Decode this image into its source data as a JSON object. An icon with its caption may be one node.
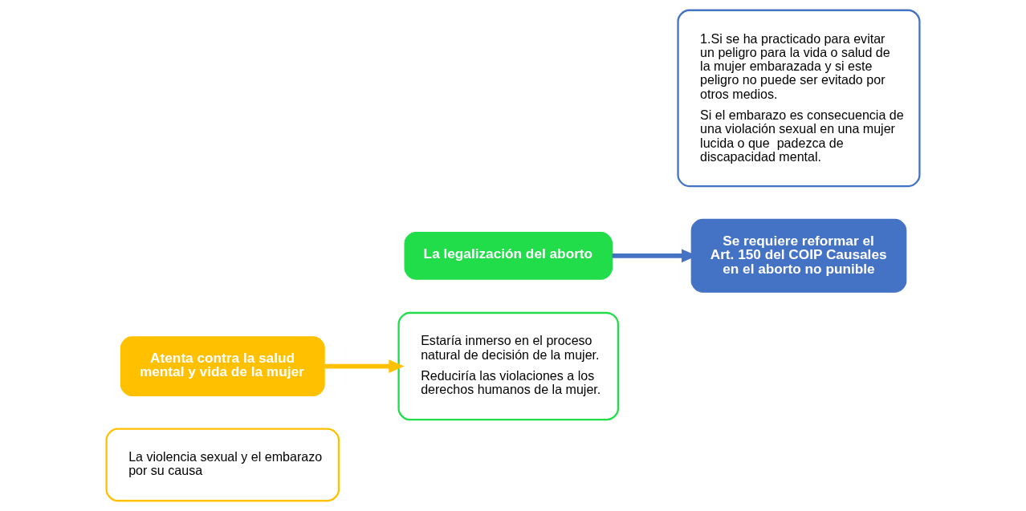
{
  "diagram": {
    "nodes": [
      {
        "text": [
          "La violencia sexual y el embarazo por su causa"
        ]
      },
      {
        "text": [
          "Atenta contra la salud mental y vida de la mujer"
        ]
      },
      {
        "text": [
          "Estaría inmerso en el proceso natural de decisión de la mujer.",
          "Reduciría las violaciones a los derechos humanos de la mujer."
        ]
      },
      {
        "text": [
          "La legalización del aborto"
        ]
      },
      {
        "text": [
          "Se requiere reformar el Art. 150 del COIP Causales en el aborto no punible"
        ]
      },
      {
        "text": [
          "1.Si se ha practicado para evitar un peligro para la vida o salud de la mujer embarazada y si este peligro no puede ser evitado por otros medios.",
          "Si el embarazo es consecuencia de una violación sexual en una mujer lucida o que  padezca de discapacidad mental."
        ]
      }
    ],
    "edges": [
      {
        "from": 1,
        "to": 2,
        "arrow": "to",
        "color": "#ffc000"
      },
      {
        "from": 3,
        "to": 4,
        "arrow": "to",
        "color": "#4472c4"
      }
    ]
  }
}
